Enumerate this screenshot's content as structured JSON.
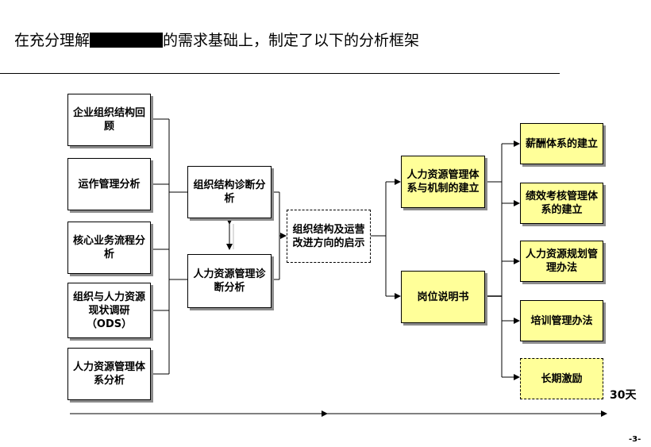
{
  "header": {
    "title_before": "在充分理解",
    "title_after": "的需求基础上，制定了以下的分析框架"
  },
  "left_column": [
    "企业组织结构回顾",
    "运作管理分析",
    "核心业务流程分析",
    "组织与人力资源现状调研（ODS）",
    "人力资源管理体系分析"
  ],
  "diagnosis": {
    "org": "组织结构诊断分析",
    "hr": "人力资源管理诊断分析"
  },
  "insight": "组织结构及运营改进方向的启示",
  "middle_right": {
    "hr_system": "人力资源管理体系与机制的建立",
    "job_desc": "岗位说明书"
  },
  "right_column": [
    "薪酬体系的建立",
    "绩效考核管理体系的建立",
    "人力资源规划管理办法",
    "培训管理办法",
    "长期激励"
  ],
  "timeline": {
    "duration": "30天"
  },
  "footer": {
    "page": "-3-"
  },
  "colors": {
    "highlight": "#ffff99",
    "shadow": "#8c8c8c",
    "line": "#000000"
  }
}
